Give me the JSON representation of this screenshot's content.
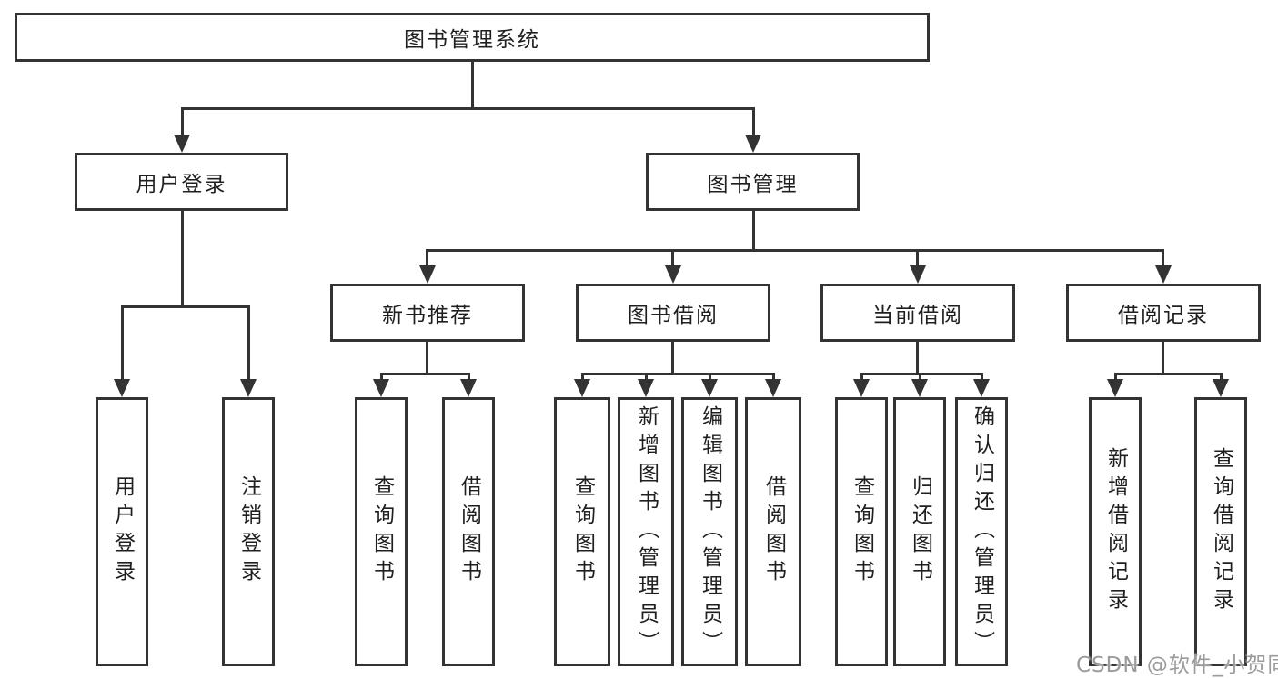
{
  "diagram": {
    "title": "图书管理系统",
    "level2": [
      "用户登录",
      "图书管理"
    ],
    "level3": [
      "新书推荐",
      "图书借阅",
      "当前借阅",
      "借阅记录"
    ],
    "leaves": {
      "user_login": [
        "用户登录",
        "注销登录"
      ],
      "new_book_recommend": [
        "查询图书",
        "借阅图书"
      ],
      "book_borrow": [
        "查询图书",
        "新增图书（管理员）",
        "编辑图书（管理员）",
        "借阅图书"
      ],
      "current_borrow": [
        "查询图书",
        "归还图书",
        "确认归还（管理员）"
      ],
      "borrow_records": [
        "新增借阅记录",
        "查询借阅记录"
      ]
    }
  },
  "watermark": "CSDN @软件_小贺同学",
  "colors": {
    "line": "#333333",
    "background": "#ffffff",
    "box_background": "#ffffff",
    "text": "#1f1f1f",
    "watermark": "#9b9b9b"
  }
}
